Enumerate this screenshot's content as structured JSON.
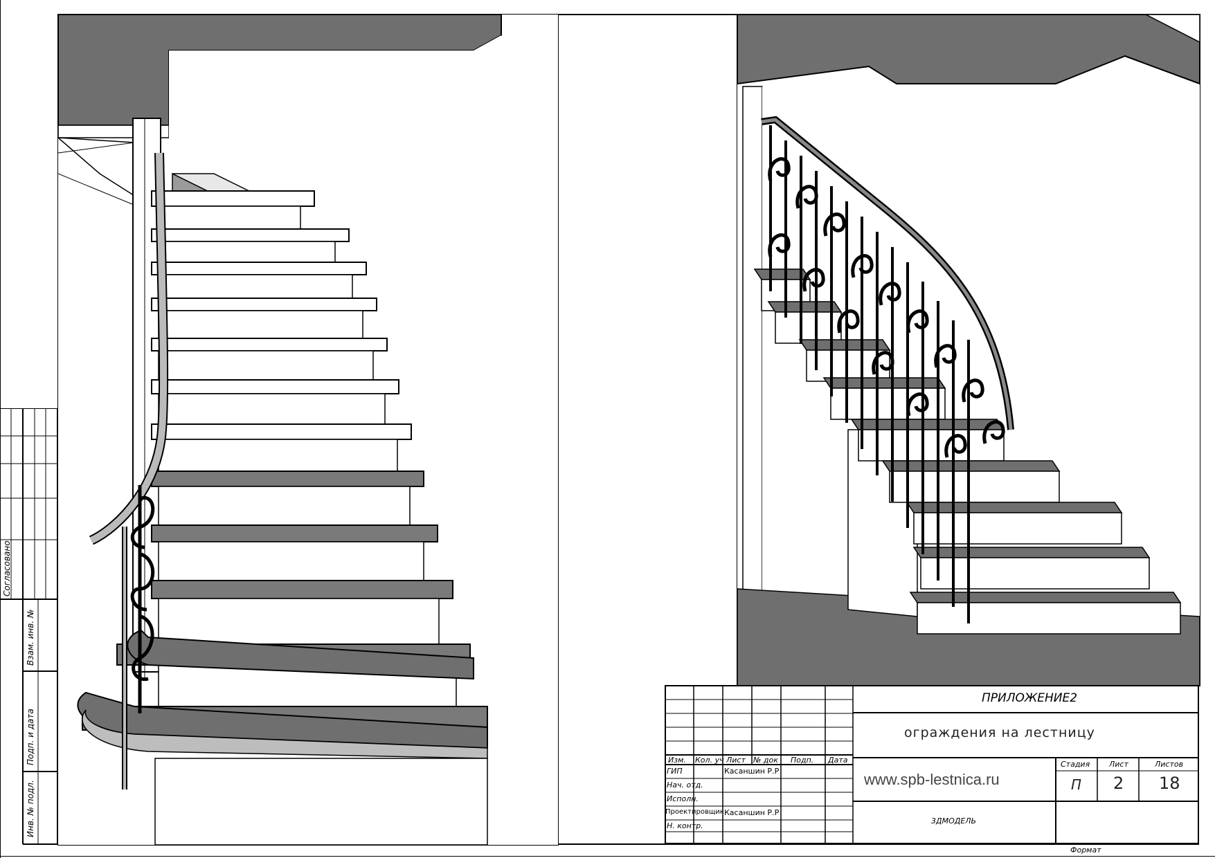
{
  "drawing": {
    "views": [
      {
        "name": "stair-view-front"
      },
      {
        "name": "stair-view-side"
      }
    ]
  },
  "side_stamp": {
    "agreed": "Согласовано",
    "replace_inv": "Взам. инв. №",
    "sign_date": "Подп. и дата",
    "inv_orig": "Инв. № подл."
  },
  "title_block": {
    "appendix": "ПРИЛОЖЕНИЕ2",
    "title": "ограждения на лестницу",
    "website": "www.spb-lestnica.ru",
    "model": "3ДМОДЕЛЬ",
    "headers": {
      "izm": "Изм.",
      "kol": "Кол. уч",
      "list": "Лист",
      "ndok": "№ док",
      "podp": "Подп.",
      "data": "Дата"
    },
    "roles": [
      {
        "role": "ГИП",
        "name": "Касаншин Р.Р"
      },
      {
        "role": "Нач. отд.",
        "name": ""
      },
      {
        "role": "Исполн.",
        "name": ""
      },
      {
        "role": "Проектировщик",
        "name": "Касаншин Р.Р"
      },
      {
        "role": "Н. контр.",
        "name": ""
      }
    ],
    "stage_label": "Стадия",
    "sheet_label": "Лист",
    "sheets_label": "Листов",
    "stage": "П",
    "sheet": "2",
    "sheets": "18"
  },
  "format_label": "Формат"
}
